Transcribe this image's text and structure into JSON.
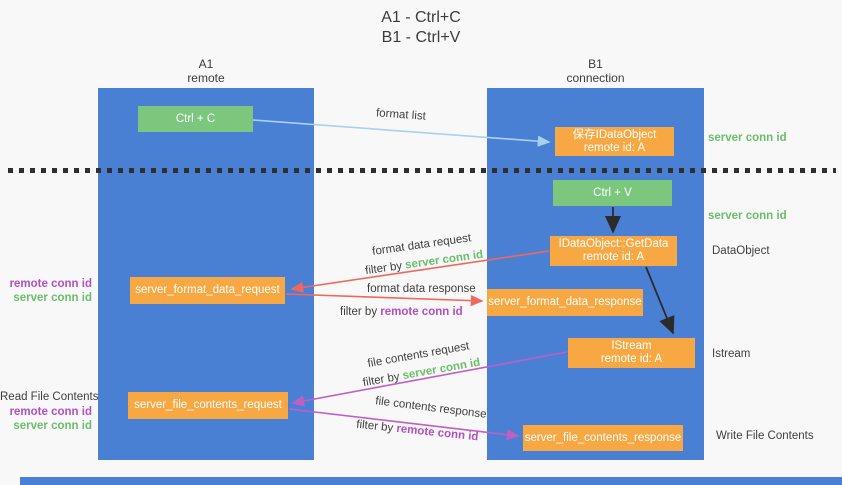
{
  "title": {
    "line1": "A1 - Ctrl+C",
    "line2": "B1 - Ctrl+V"
  },
  "lanes": {
    "left": {
      "title": "A1",
      "subtitle": "remote"
    },
    "right": {
      "title": "B1",
      "subtitle": "connection"
    }
  },
  "nodes": {
    "ctrl_c": {
      "label": "Ctrl + C"
    },
    "ctrl_v": {
      "label": "Ctrl + V"
    },
    "save_idataobject": {
      "line1": "保存IDataObject",
      "line2": "remote id: A"
    },
    "idataobject_getdata": {
      "line1": "IDataObject::GetData",
      "line2": "remote id: A"
    },
    "istream": {
      "line1": "IStream",
      "line2": "remote id: A"
    },
    "server_format_data_request": {
      "label": "server_format_data_request"
    },
    "server_format_data_response": {
      "label": "server_format_data_response"
    },
    "server_file_contents_request": {
      "label": "server_file_contents_request"
    },
    "server_file_contents_response": {
      "label": "server_file_contents_response"
    }
  },
  "arrow_labels": {
    "format_list": "format list",
    "format_data_request": "format data request",
    "format_data_response": "format data response",
    "file_contents_request": "file contents request",
    "file_contents_response": "file contents response",
    "filter_by": "filter by ",
    "server_conn_id": "server conn id",
    "remote_conn_id": "remote conn id"
  },
  "side_labels": {
    "server_conn_id": "server conn id",
    "remote_conn_id": "remote conn id",
    "dataobject": "DataObject",
    "istream": "Istream",
    "read_file_contents": "Read File Contents",
    "write_file_contents": "Write File Contents"
  },
  "colors": {
    "lane_blue": "#4a80d4",
    "node_green": "#7cc77e",
    "node_orange": "#f7a843",
    "arrow_blue": "#a6d2ee",
    "arrow_red": "#f0685c",
    "arrow_purple": "#c05ec5",
    "arrow_black": "#2b2b2b",
    "text_green": "#6abf6a",
    "text_purple": "#b14fc3"
  }
}
